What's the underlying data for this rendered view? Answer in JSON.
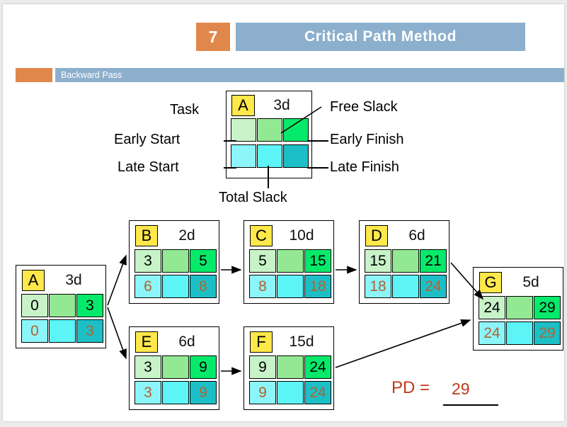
{
  "header": {
    "number": "7",
    "title": "Critical Path Method",
    "section": "Backward Pass",
    "badge_color": "#e0884b",
    "bar_color": "#8cafcd"
  },
  "legend": {
    "task_id": "A",
    "duration": "3d",
    "labels": {
      "task": "Task",
      "early_start": "Early Start",
      "early_finish": "Early Finish",
      "late_start": "Late Start",
      "late_finish": "Late Finish",
      "free_slack": "Free Slack",
      "total_slack": "Total Slack"
    }
  },
  "colors": {
    "early_start": "#c8f2c8",
    "free_slack": "#93e993",
    "early_finish": "#05ea6a",
    "late_start": "#8cf5f9",
    "total_slack": "#5cf4f7",
    "late_finish": "#1dbfc6",
    "task_id": "#ffe84a",
    "late_text": "#b5622d",
    "pd_text": "#c0391b"
  },
  "nodes": [
    {
      "id": "A",
      "duration": "3d",
      "es": "0",
      "ef": "3",
      "ls": "0",
      "lf": "3"
    },
    {
      "id": "B",
      "duration": "2d",
      "es": "3",
      "ef": "5",
      "ls": "6",
      "lf": "8"
    },
    {
      "id": "C",
      "duration": "10d",
      "es": "5",
      "ef": "15",
      "ls": "8",
      "lf": "18"
    },
    {
      "id": "D",
      "duration": "6d",
      "es": "15",
      "ef": "21",
      "ls": "18",
      "lf": "24"
    },
    {
      "id": "E",
      "duration": "6d",
      "es": "3",
      "ef": "9",
      "ls": "3",
      "lf": "9"
    },
    {
      "id": "F",
      "duration": "15d",
      "es": "9",
      "ef": "24",
      "ls": "9",
      "lf": "24"
    },
    {
      "id": "G",
      "duration": "5d",
      "es": "24",
      "ef": "29",
      "ls": "24",
      "lf": "29"
    }
  ],
  "edges": [
    {
      "from": "A",
      "to": "B"
    },
    {
      "from": "A",
      "to": "E"
    },
    {
      "from": "B",
      "to": "C"
    },
    {
      "from": "C",
      "to": "D"
    },
    {
      "from": "D",
      "to": "G"
    },
    {
      "from": "E",
      "to": "F"
    },
    {
      "from": "F",
      "to": "G"
    }
  ],
  "summary": {
    "pd_label": "PD =",
    "pd_value": "29"
  }
}
